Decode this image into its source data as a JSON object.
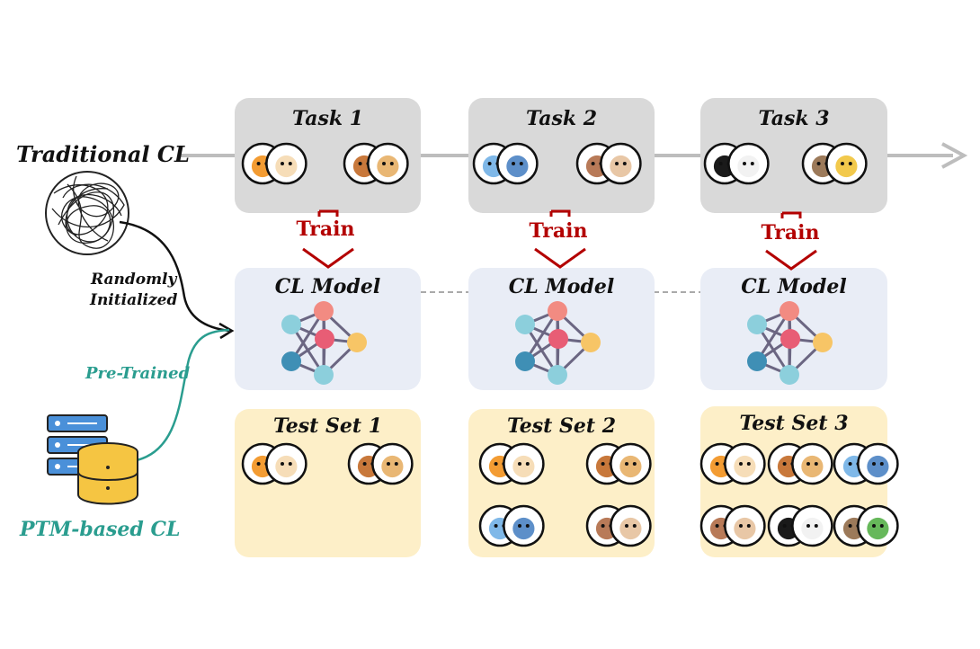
{
  "left": {
    "traditional": "Traditional CL",
    "randomly_line1": "Randomly",
    "randomly_line2": "Initialized",
    "pretrained": "Pre-Trained",
    "ptm": "PTM-based CL"
  },
  "tasks": [
    {
      "title": "Task 1",
      "train": "Train",
      "model": "CL Model",
      "test": "Test Set 1"
    },
    {
      "title": "Task 2",
      "train": "Train",
      "model": "CL Model",
      "test": "Test Set 2"
    },
    {
      "title": "Task 3",
      "train": "Train",
      "model": "CL Model",
      "test": "Test Set 3"
    }
  ],
  "colors": {
    "task_box": "#d9d9d9",
    "model_box": "#e9edf6",
    "test_box": "#fdefc8",
    "train_red": "#b30000",
    "ptm_teal": "#2a9d8f",
    "timeline_gray": "#bdbdbd"
  },
  "icons": {
    "task1": [
      "cat-icon",
      "cat-icon",
      "dog-icon",
      "dog-icon"
    ],
    "task2": [
      "fish-icon",
      "fish-icon",
      "monkey-icon",
      "monkey-icon"
    ],
    "task3": [
      "panda-icon",
      "panda-icon",
      "bird-icon",
      "parrot-icon"
    ],
    "test1": [
      "cat-icon",
      "cat-icon",
      "dog-icon",
      "dog-icon"
    ],
    "test2": [
      "cat-icon",
      "cat-icon",
      "dog-icon",
      "dog-icon",
      "fish-icon",
      "fish-icon",
      "monkey-icon",
      "monkey-icon"
    ],
    "test3": [
      "cat-icon",
      "cat-icon",
      "dog-icon",
      "dog-icon",
      "fish-icon",
      "fish-icon",
      "monkey-icon",
      "monkey-icon",
      "panda-icon",
      "panda-icon",
      "bird-icon",
      "bird-icon"
    ]
  }
}
